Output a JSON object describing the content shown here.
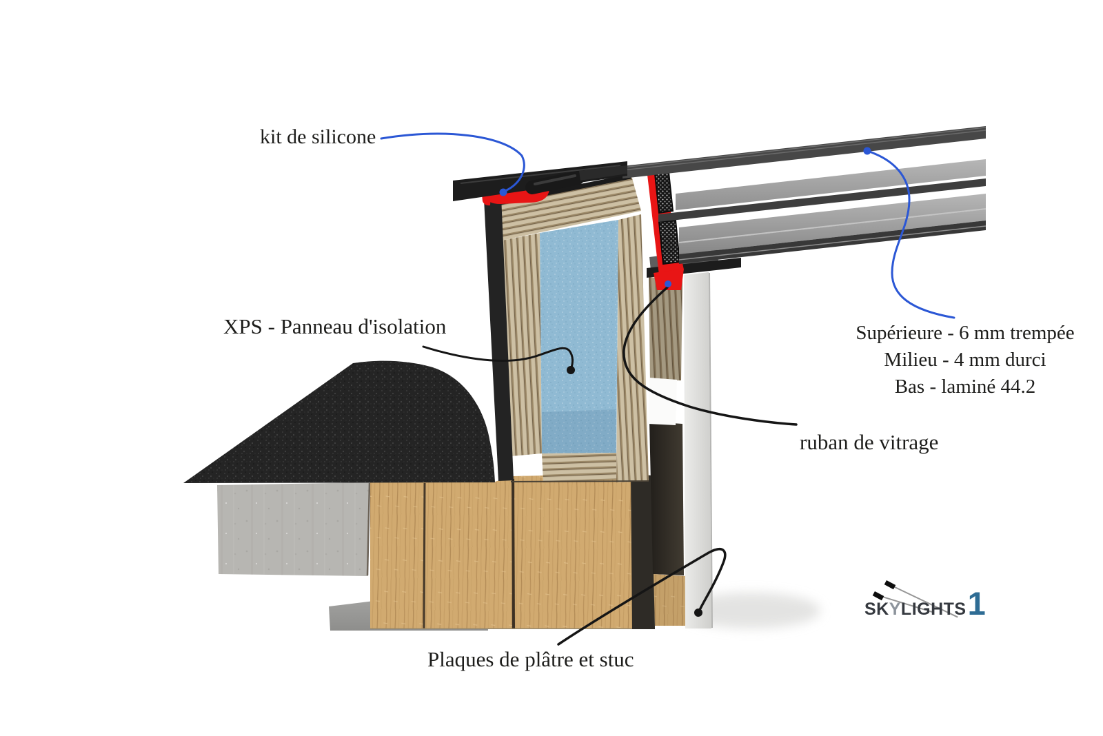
{
  "annotations": {
    "kit_de_silicone": "kit de silicone",
    "xps_panneau": "XPS - Panneau d'isolation",
    "vitrage_spec": [
      "Supérieure - 6 mm trempée",
      "Milieu - 4 mm durci",
      "Bas - laminé 44.2"
    ],
    "ruban_de_vitrage": "ruban de vitrage",
    "plaques_de_platre": "Plaques de plâtre et stuc"
  },
  "logo": {
    "part1": "SK",
    "part2": "Y",
    "part3": "LIGHTS",
    "number": "1"
  },
  "colors": {
    "leader_blue": "#2b57d5",
    "leader_black": "#151515",
    "silicone_red": "#e81515",
    "xps_blue": "#90bad3",
    "logo_number_blue": "#2e6c94",
    "logo_text": "#35393f",
    "label_text": "#1d1d1b"
  }
}
